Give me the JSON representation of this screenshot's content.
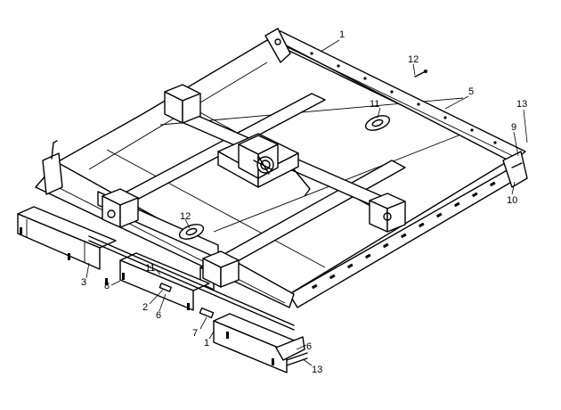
{
  "callouts": [
    {
      "id": "c1a",
      "label": "1"
    },
    {
      "id": "c12a",
      "label": "12"
    },
    {
      "id": "c5",
      "label": "5"
    },
    {
      "id": "c13a",
      "label": "13"
    },
    {
      "id": "c11a",
      "label": "11"
    },
    {
      "id": "c9",
      "label": "9"
    },
    {
      "id": "c10",
      "label": "10"
    },
    {
      "id": "c12b",
      "label": "12"
    },
    {
      "id": "c3",
      "label": "3"
    },
    {
      "id": "c11b",
      "label": "11"
    },
    {
      "id": "c8",
      "label": "8"
    },
    {
      "id": "c2",
      "label": "2"
    },
    {
      "id": "c6a",
      "label": "6"
    },
    {
      "id": "c7",
      "label": "7"
    },
    {
      "id": "c1b",
      "label": "1"
    },
    {
      "id": "c6b",
      "label": "6"
    },
    {
      "id": "c13b",
      "label": "13"
    }
  ]
}
